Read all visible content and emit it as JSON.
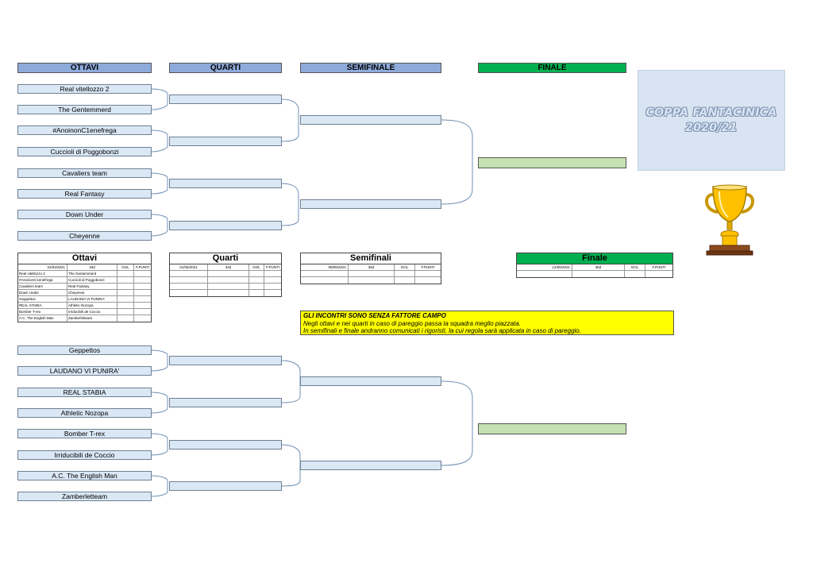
{
  "headers": {
    "ottavi": "OTTAVI",
    "quarti": "QUARTI",
    "semifinale": "SEMIFINALE",
    "finale": "FINALE"
  },
  "bracket_top": [
    "Real vitellozzo 2",
    "The Gentemmerd",
    "#AnoinonC1enefrega",
    "Cuccioli di Poggobonzi",
    "Cavaliers team",
    "Real Fantasy",
    "Down Under",
    "Cheyenne"
  ],
  "bracket_bottom": [
    "Geppettos",
    "LAUDANO VI PUNIRA'",
    "REAL STABIA",
    "Athletic Nozopa",
    "Bomber T-rex",
    "Irriducibili de Coccio",
    "A.C. The English Man",
    "Zamberletteam"
  ],
  "coppa": {
    "line1": "COPPA FANTACINICA",
    "line2": "2020/21"
  },
  "tables": {
    "ottavi": {
      "title": "Ottavi",
      "date": "24/04/2021",
      "giornata": "33d",
      "gol": "GOL",
      "punti": "F.PUNTI",
      "rows": [
        [
          "Real vitellozzo 2",
          "The Gentemmerd"
        ],
        [
          "#AnoinonC1enefrega",
          "Cuccioli di Poggobonzi"
        ],
        [
          "Cavaliers team",
          "Real Fantasy"
        ],
        [
          "Down Under",
          "Cheyenne"
        ],
        [
          "Geppettos",
          "LAUDANO VI PUNIRA'"
        ],
        [
          "REAL STABIA",
          "Athletic Nozopa"
        ],
        [
          "Bomber T-rex",
          "Irriducibili de Coccio"
        ],
        [
          "A.C. The English Man",
          "Zamberletteam"
        ]
      ]
    },
    "quarti": {
      "title": "Quarti",
      "date": "01/05/2021",
      "giornata": "34d",
      "gol": "GOL",
      "punti": "F.PUNTI"
    },
    "semifinali": {
      "title": "Semifinali",
      "date": "09/05/2021",
      "giornata": "35d",
      "gol": "GOL",
      "punti": "F.PUNTI"
    },
    "finale": {
      "title": "Finale",
      "date": "12/05/2021",
      "giornata": "36d",
      "gol": "GOL",
      "punti": "F.PUNTI"
    }
  },
  "note": {
    "line1": "GLI INCONTRI SONO SENZA FATTORE CAMPO",
    "line2": "Negli ottavi e nei quarti in caso di pareggio passa la squadra meglio piazzata.",
    "line3": "In semifinali e finale andranno comunicati i rigoristi, la cui regola sarà applicata in caso di pareggio."
  },
  "colors": {
    "header_blue": "#8eaadb",
    "header_green": "#00b050",
    "cell_blue": "#dae7f5",
    "final_green": "#c5e0b3",
    "note_yellow": "#ffff00",
    "trophy_gold": "#ffc000"
  },
  "icons": {
    "trophy": "trophy-icon"
  }
}
